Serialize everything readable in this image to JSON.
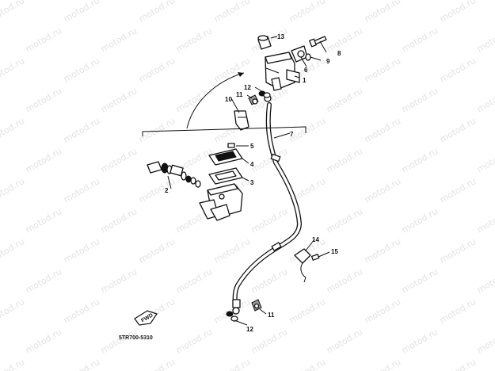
{
  "watermark": "motod.ru",
  "diagram_code": "5TR700-5310",
  "front_badge": "FWD",
  "callouts": [
    {
      "id": "c1",
      "label": "1"
    },
    {
      "id": "c2",
      "label": "2"
    },
    {
      "id": "c3",
      "label": "3"
    },
    {
      "id": "c4",
      "label": "4"
    },
    {
      "id": "c5",
      "label": "5"
    },
    {
      "id": "c6",
      "label": "6"
    },
    {
      "id": "c7",
      "label": "7"
    },
    {
      "id": "c8",
      "label": "8"
    },
    {
      "id": "c9",
      "label": "9"
    },
    {
      "id": "c10",
      "label": "10"
    },
    {
      "id": "c11a",
      "label": "11"
    },
    {
      "id": "c11b",
      "label": "11"
    },
    {
      "id": "c12a",
      "label": "12"
    },
    {
      "id": "c12b",
      "label": "12"
    },
    {
      "id": "c13",
      "label": "13"
    },
    {
      "id": "c14",
      "label": "14"
    },
    {
      "id": "c15",
      "label": "15"
    }
  ]
}
